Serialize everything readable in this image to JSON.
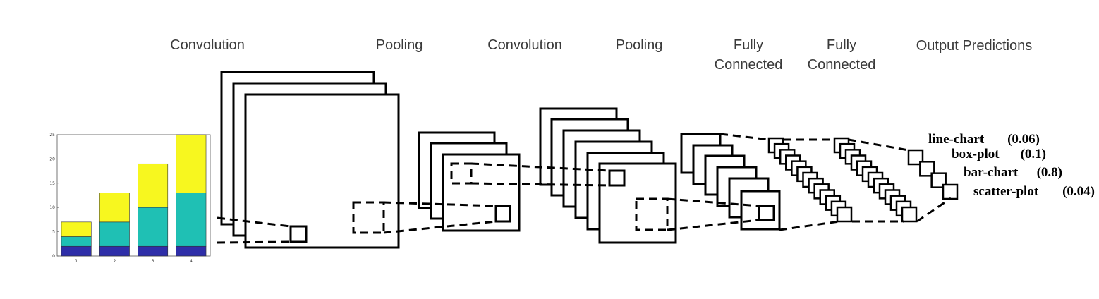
{
  "stages": [
    {
      "label": "Convolution"
    },
    {
      "label": "Pooling"
    },
    {
      "label": "Convolution"
    },
    {
      "label": "Pooling"
    },
    {
      "label_line1": "Fully",
      "label_line2": "Connected"
    },
    {
      "label_line1": "Fully",
      "label_line2": "Connected"
    },
    {
      "label": "Output Predictions"
    }
  ],
  "predictions": [
    {
      "label": "line-chart",
      "value": "(0.06)"
    },
    {
      "label": "box-plot",
      "value": "(0.1)"
    },
    {
      "label": "bar-chart",
      "value": "(0.8)"
    },
    {
      "label": "scatter-plot",
      "value": "(0.04)"
    }
  ],
  "colors": {
    "bottom_series": "#2e2ea8",
    "middle_series": "#1fc0b4",
    "top_series": "#f7f71f",
    "stroke": "#000000"
  },
  "chart_data": {
    "type": "bar",
    "stacked": true,
    "categories": [
      "1",
      "2",
      "3",
      "4"
    ],
    "series": [
      {
        "values": [
          2,
          2,
          2,
          2
        ],
        "color": "#2e2ea8"
      },
      {
        "values": [
          2,
          5,
          8,
          11
        ],
        "color": "#1fc0b4"
      },
      {
        "values": [
          3,
          6,
          9,
          12
        ],
        "color": "#f7f71f"
      }
    ],
    "yticks": [
      "0",
      "5",
      "10",
      "15",
      "20",
      "25"
    ],
    "ylim": [
      0,
      25
    ],
    "title": "",
    "xlabel": "",
    "ylabel": "",
    "grid": false,
    "legend": "none"
  }
}
